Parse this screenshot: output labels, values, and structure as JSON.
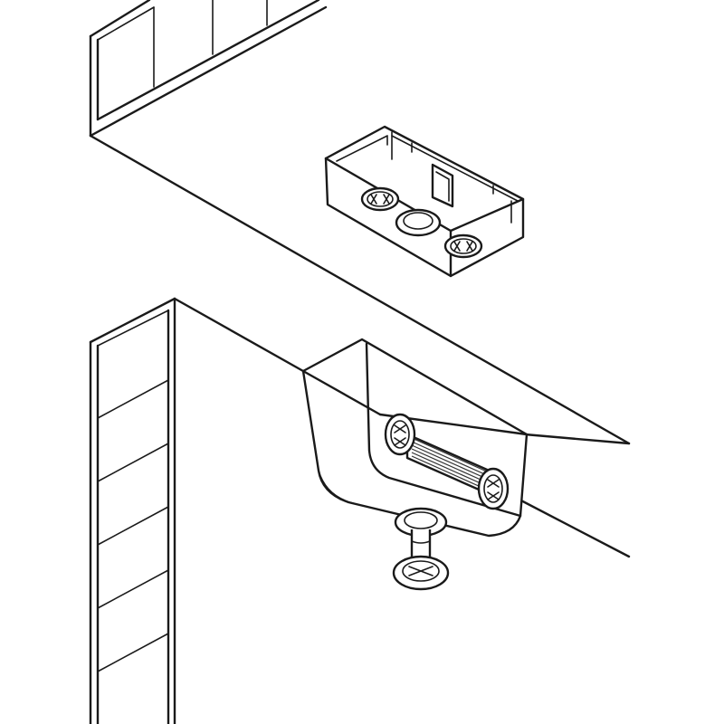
{
  "figure": {
    "colors": {
      "line": "#1a1a1a",
      "background": "#ffffff",
      "fill": "#ffffff"
    },
    "parts": [
      {
        "name": "upper-cabinet-panel",
        "icon": "cabinet-panel"
      },
      {
        "name": "mounting-bracket-open",
        "icon": "bracket-with-two-screws"
      },
      {
        "name": "lower-cabinet-panel",
        "icon": "cabinet-panel"
      },
      {
        "name": "mounting-bracket-closed",
        "icon": "bracket-with-screws-and-bolt"
      },
      {
        "name": "adjustment-bolt",
        "icon": "bolt"
      }
    ]
  }
}
